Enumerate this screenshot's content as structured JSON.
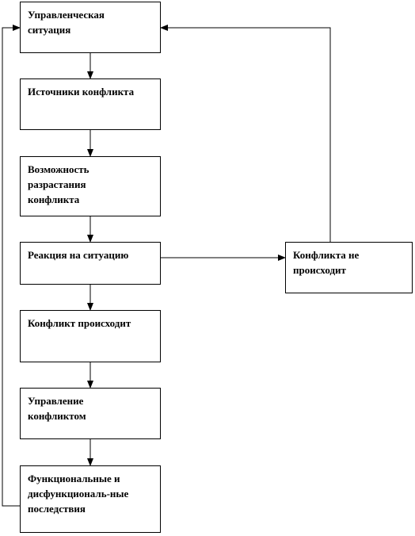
{
  "nodes": [
    {
      "id": "n1",
      "label": "Управленческая\nситуация"
    },
    {
      "id": "n2",
      "label": "Источники конфликта"
    },
    {
      "id": "n3",
      "label": "Возможность\nразрастания\nконфликта"
    },
    {
      "id": "n4",
      "label": "Реакция на ситуацию"
    },
    {
      "id": "n5",
      "label": "Конфликт происходит"
    },
    {
      "id": "n6",
      "label": "Управление\nконфликтом"
    },
    {
      "id": "n7",
      "label": "Функциональные и\nдисфункциональ-ные\nпоследствия"
    },
    {
      "id": "n8",
      "label": "Конфликта не\nпроисходит"
    }
  ],
  "edges": [
    {
      "from": "n1",
      "to": "n2"
    },
    {
      "from": "n2",
      "to": "n3"
    },
    {
      "from": "n3",
      "to": "n4"
    },
    {
      "from": "n4",
      "to": "n5"
    },
    {
      "from": "n5",
      "to": "n6"
    },
    {
      "from": "n6",
      "to": "n7"
    },
    {
      "from": "n4",
      "to": "n8"
    },
    {
      "from": "n8",
      "to": "n1"
    },
    {
      "from": "n7",
      "to": "n1"
    }
  ]
}
